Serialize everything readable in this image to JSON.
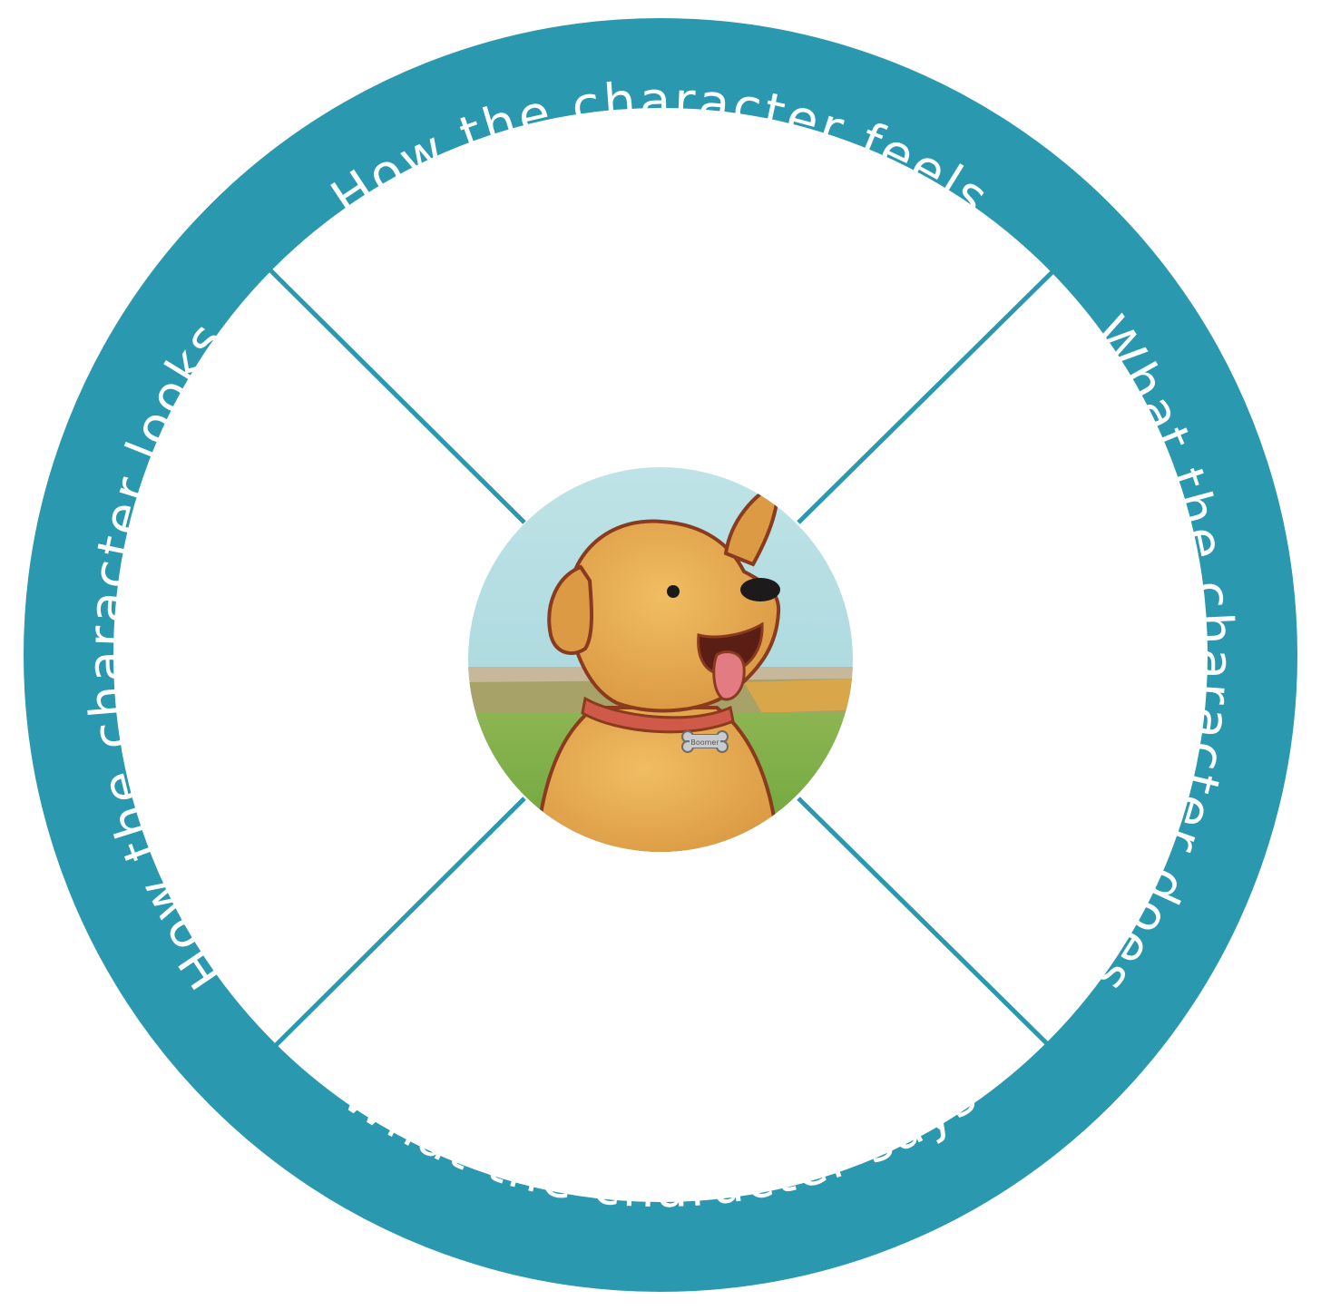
{
  "colors": {
    "ring": "#2a98ae",
    "label_text": "#ffffff",
    "background": "#ffffff",
    "sky": "#acd9de",
    "grass": "#7faf45",
    "horizon": "#d9a64a",
    "dog_fur": "#e3a64e",
    "dog_outline": "#8a3a1e",
    "collar": "#d05a4a",
    "tongue": "#e27c82",
    "tag": "#c9ccce"
  },
  "ring_labels": {
    "top": "How the character feels",
    "right": "What the character does",
    "bottom": "What the character says",
    "left": "How the character looks"
  },
  "center_image": {
    "subject": "cartoon dog with red collar",
    "tag_text": "Boomer"
  }
}
